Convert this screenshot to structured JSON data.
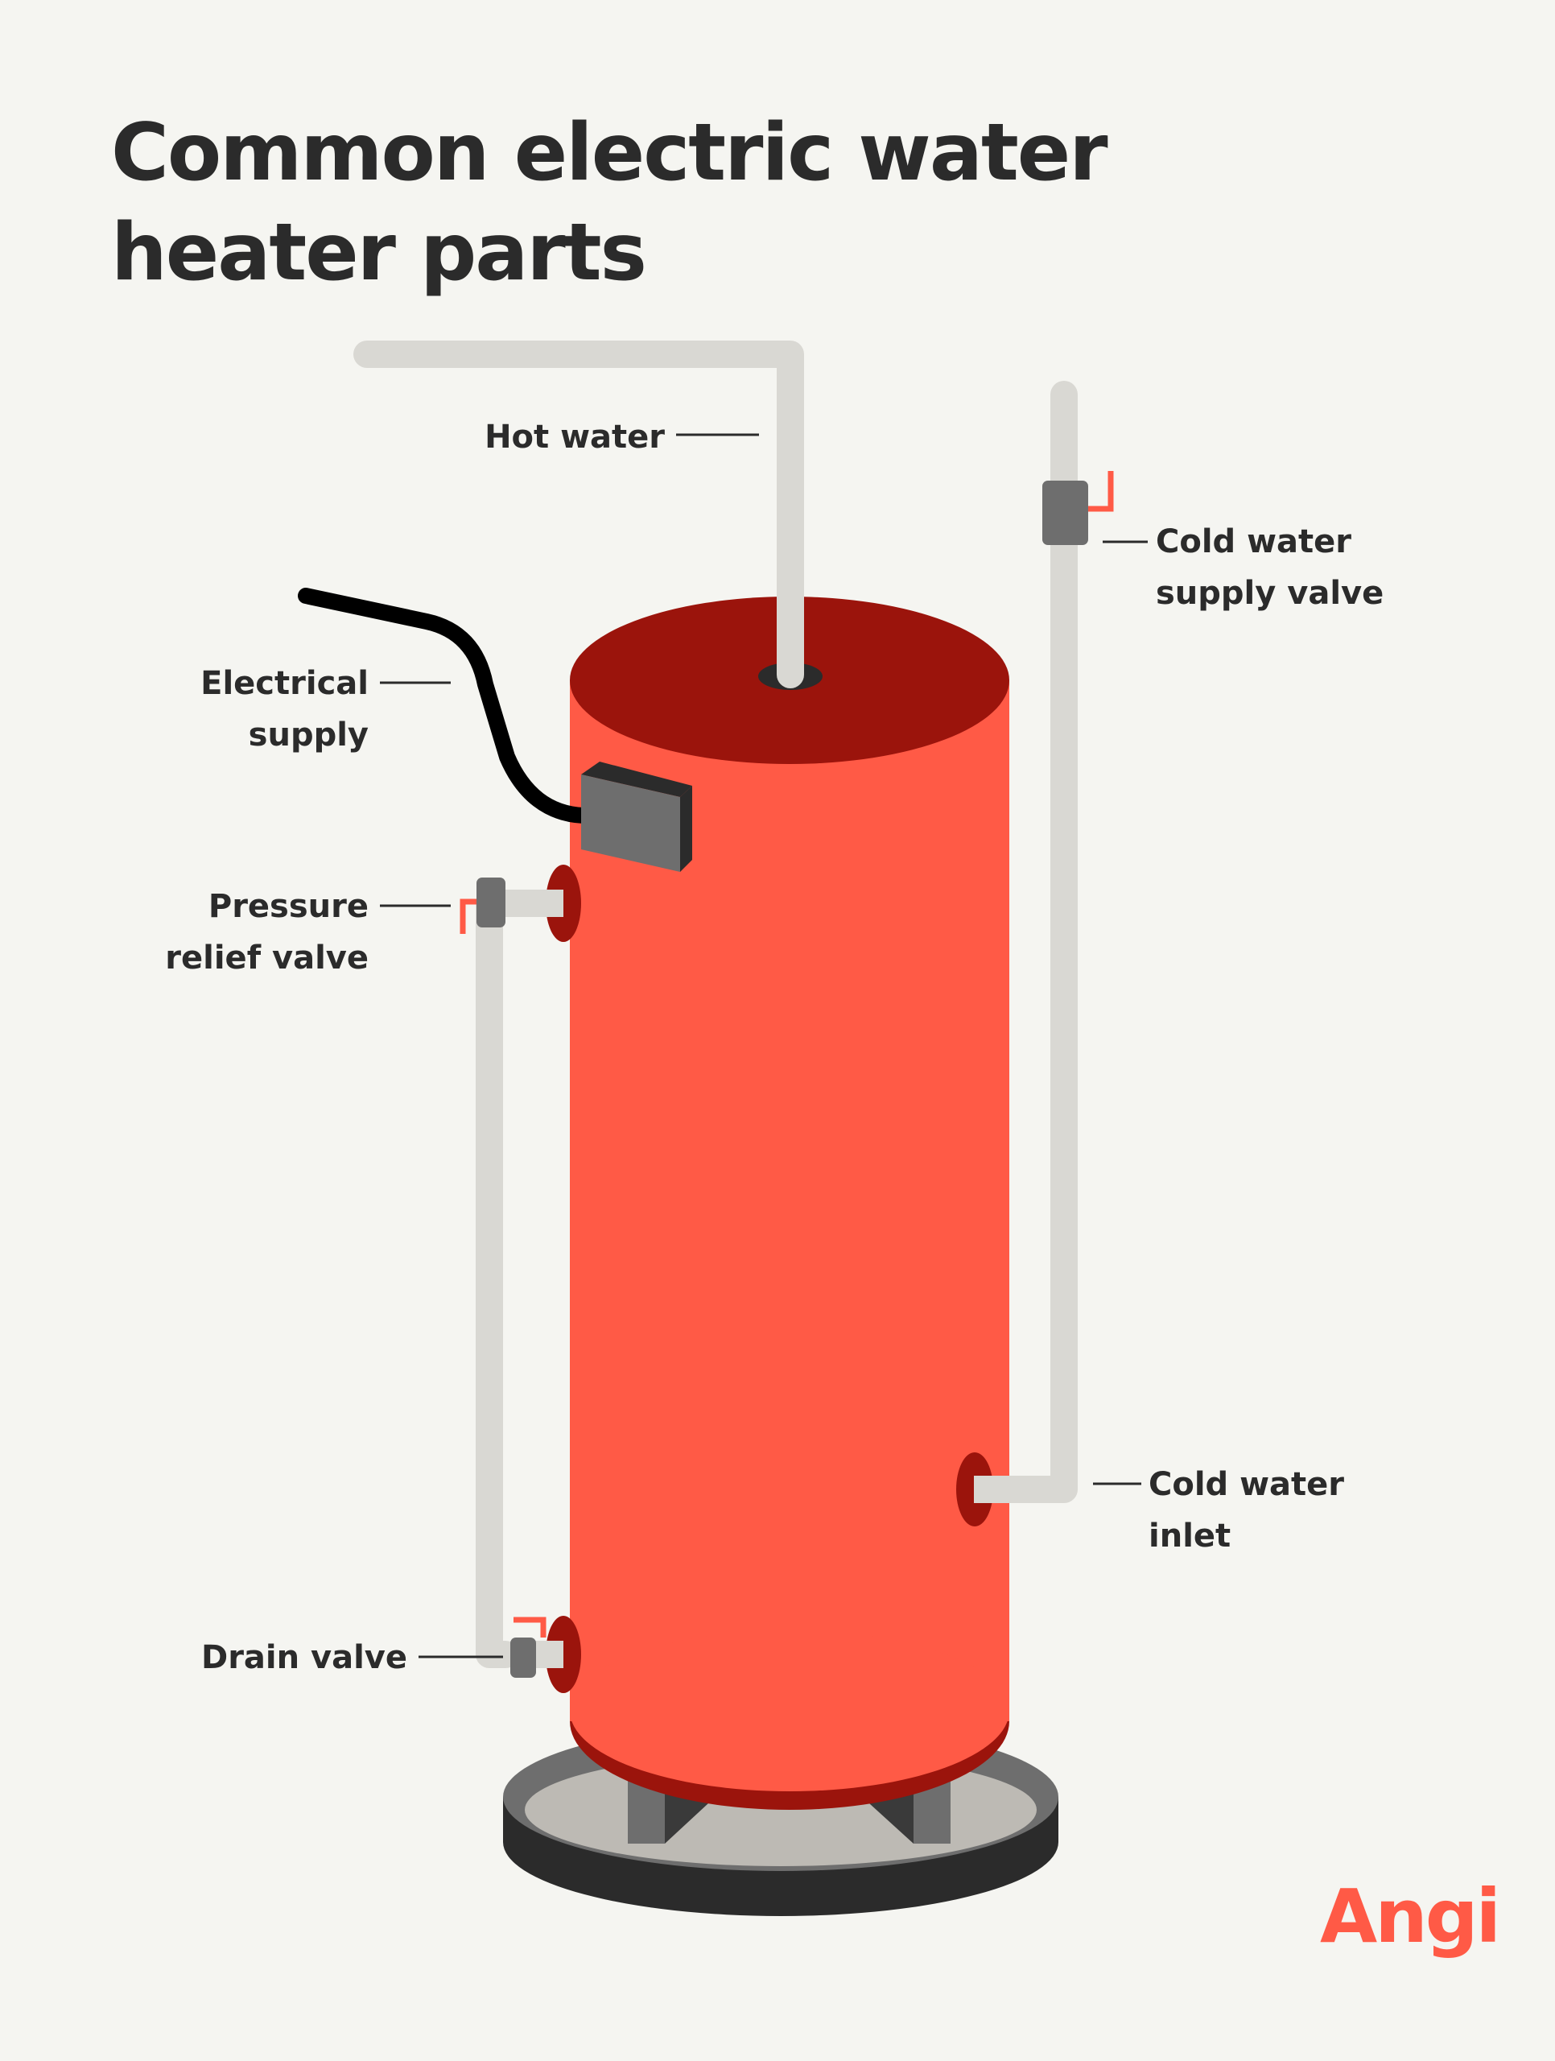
{
  "title": {
    "line1": "Common electric water",
    "line2": "heater parts"
  },
  "labels": {
    "hot_water": "Hot water",
    "cold_supply_line1": "Cold water",
    "cold_supply_line2": "supply valve",
    "electrical_line1": "Electrical",
    "electrical_line2": "supply",
    "pressure_line1": "Pressure",
    "pressure_line2": "relief valve",
    "cold_inlet_line1": "Cold water",
    "cold_inlet_line2": "inlet",
    "drain": "Drain valve"
  },
  "brand": {
    "logo_text": "Angi",
    "accent": "#ff5a46"
  },
  "colors": {
    "tank_body": "#ff5a46",
    "tank_top": "#9b140c",
    "pipe": "#d9d8d3",
    "valve": "#6e6e6e",
    "cable": "#000000",
    "base_dark": "#2b2b2b",
    "base_mid": "#6e6e6e",
    "base_light": "#bdbab4",
    "background": "#f5f5f1"
  }
}
